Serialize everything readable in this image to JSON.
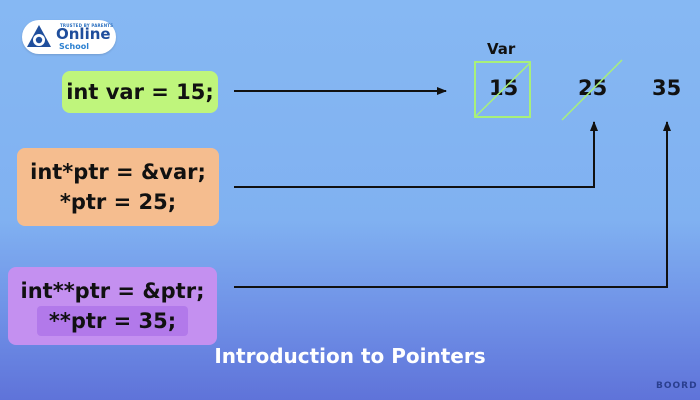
{
  "logo": {
    "small_text": "TRUSTED BY PARENTS",
    "online": "Online",
    "school": "School"
  },
  "code": {
    "line1": "int var = 15;",
    "line2a": "int*ptr = &var;",
    "line2b": "*ptr = 25;",
    "line3a": "int**ptr = &ptr;",
    "line3b": "**ptr = 35;"
  },
  "memory": {
    "label": "Var",
    "values": [
      "15",
      "25",
      "35"
    ]
  },
  "caption": "Introduction to Pointers",
  "brand": "BOORD",
  "colors": {
    "background_top": "#86b8f3",
    "background_bottom": "#5f73d9",
    "box1": "#bff57c",
    "box2": "#f5bd8f",
    "box3": "#c490f0",
    "strike": "#a8f07a",
    "caption": "#ffffff"
  }
}
